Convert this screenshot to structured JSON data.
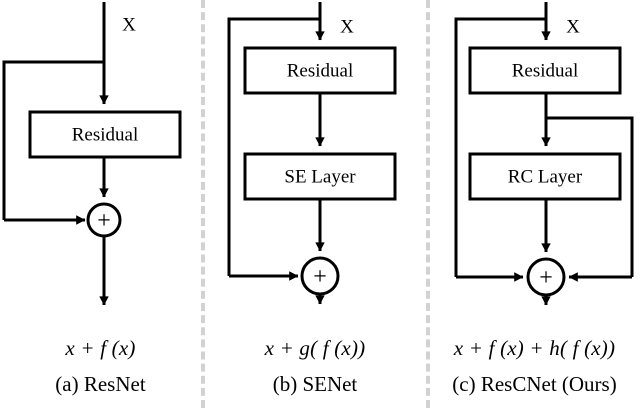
{
  "figure": {
    "type": "diagram",
    "background_color": "#ffffff",
    "line_color": "#000000",
    "divider_color": "#d2d2d2",
    "panels": [
      {
        "id": "a",
        "caption": "(a) ResNet",
        "formula": "x + f (x)",
        "input_label": "X",
        "blocks": [
          {
            "label": "Residual"
          }
        ],
        "operator": "+",
        "skip_connections": 1
      },
      {
        "id": "b",
        "caption": "(b) SENet",
        "formula": "x + g( f (x))",
        "input_label": "X",
        "blocks": [
          {
            "label": "Residual"
          },
          {
            "label": "SE Layer"
          }
        ],
        "operator": "+",
        "skip_connections": 1
      },
      {
        "id": "c",
        "caption": "(c) ResCNet (Ours)",
        "formula": "x + f (x) + h( f (x))",
        "input_label": "X",
        "blocks": [
          {
            "label": "Residual"
          },
          {
            "label": "RC Layer"
          }
        ],
        "operator": "+",
        "skip_connections": 2
      }
    ]
  }
}
